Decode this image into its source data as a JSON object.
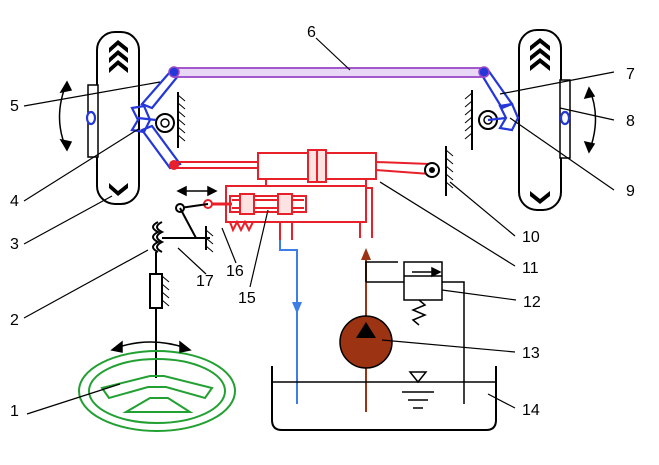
{
  "labels": {
    "l1": "1",
    "l2": "2",
    "l3": "3",
    "l4": "4",
    "l5": "5",
    "l6": "6",
    "l7": "7",
    "l8": "8",
    "l9": "9",
    "l10": "10",
    "l11": "11",
    "l12": "12",
    "l13": "13",
    "l14": "14",
    "l15": "15",
    "l16": "16",
    "l17": "17"
  },
  "colors": {
    "tie_rod": "#9a48c8",
    "knuckle": "#2437d8",
    "hydraulic": "#e8202a",
    "pump": "#9c3312",
    "return_line": "#3c7ee6",
    "steering_wheel": "#22a032",
    "outline": "#000000"
  }
}
